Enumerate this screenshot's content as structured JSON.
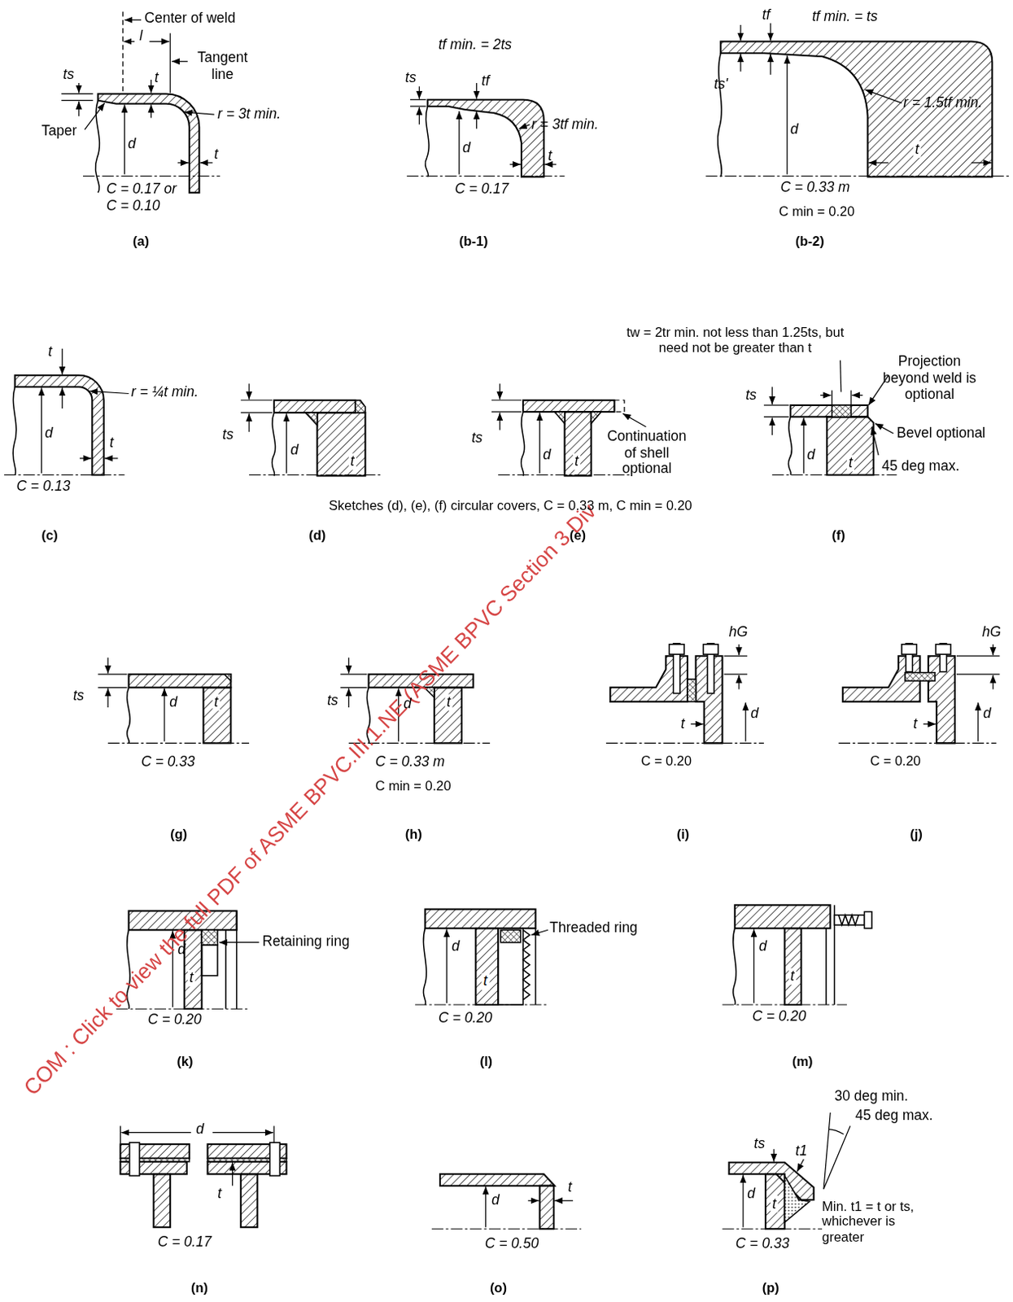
{
  "diagram": {
    "labels": [
      "Center of weld",
      "l",
      "ts",
      "t",
      "Tangent line",
      "Taper",
      "r = 3t min.",
      "d",
      "t",
      "C = 0.17 or C = 0.10",
      "(a)",
      "tf min. = 2ts",
      "ts",
      "tf",
      "r = 3tf min.",
      "d",
      "t",
      "C = 0.17",
      "(b-1)",
      "tf",
      "tf min. = ts",
      "ts'",
      "r = 1.5tf min.",
      "d",
      "t",
      "C = 0.33 m",
      "C min = 0.20",
      "(b-2)",
      "t",
      "r = ¼t min.",
      "d",
      "t",
      "C = 0.13",
      "(c)",
      "ts",
      "d",
      "t",
      "(d)",
      "ts",
      "d",
      "t",
      "Continuation of shell optional",
      "(e)",
      "tw = 2tr min. not less than 1.25ts, but need not be greater than t",
      "Projection beyond weld is optional",
      "ts",
      "d",
      "t",
      "Bevel optional",
      "45 deg max.",
      "(f)",
      "Sketches (d), (e), (f) circular covers, C = 0.33 m, C min = 0.20",
      "ts",
      "d",
      "t",
      "C = 0.33",
      "(g)",
      "ts",
      "d",
      "t",
      "C = 0.33 m",
      "C min = 0.20",
      "(h)",
      "hG",
      "d",
      "t",
      "C = 0.20",
      "(i)",
      "hG",
      "d",
      "t",
      "C = 0.20",
      "(j)",
      "Retaining ring",
      "d",
      "t",
      "C = 0.20",
      "(k)",
      "d",
      "t",
      "Threaded ring",
      "C = 0.20",
      "(l)",
      "d",
      "t",
      "C = 0.20",
      "(m)",
      "d",
      "t",
      "C = 0.17",
      "(n)",
      "d",
      "t",
      "C = 0.50",
      "(o)",
      "30 deg min.",
      "45 deg max.",
      "ts",
      "t1",
      "d",
      "t",
      "Min. t1 = t or ts, whichever is greater",
      "C = 0.33",
      "(p)",
      "COM : Click to view the full PDF of ASME BPVC.III.1.NE (ASME BPVC Section 3 Div"
    ]
  }
}
